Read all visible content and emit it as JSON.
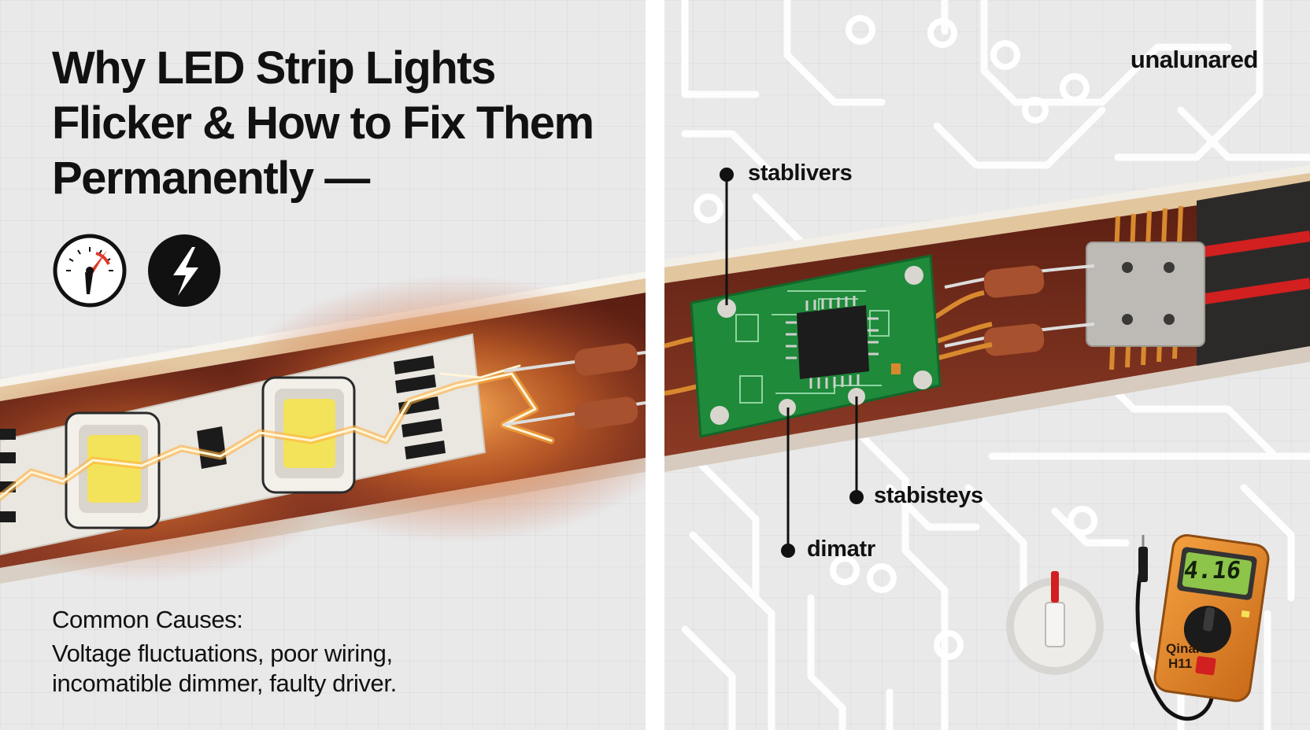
{
  "headline": {
    "line1": "Why LED Strip Lights",
    "line2": "Flicker & How to Fix Them",
    "line3": "Permanently —"
  },
  "brand_text": "unalunared",
  "callouts": {
    "top": "stablivers",
    "middle": "stabisteys",
    "bottom": "dimatr"
  },
  "causes": {
    "heading": "Common Causes:",
    "line1": "Voltage fluctuations, poor wiring,",
    "line2": "incomatible dimmer, faulty driver."
  },
  "multimeter": {
    "display": "4.16",
    "label1": "Qinai",
    "label2": "H11"
  },
  "icons": [
    "gauge-icon",
    "lightning-bolt-icon"
  ],
  "colors": {
    "pcb_green": "#1f8a3a",
    "led_yellow": "#f3e35a",
    "glow_orange": "#ff9a3c",
    "wire_red": "#d21f1f",
    "meter_orange": "#e8892a"
  }
}
